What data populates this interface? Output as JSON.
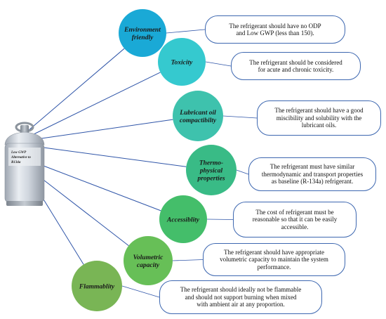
{
  "cylinder": {
    "label_lines": [
      "Low GWP",
      "Alternative to",
      "R134a"
    ],
    "body_color": "#d5dae2",
    "valve_color": "#9aa2ab"
  },
  "properties": [
    {
      "id": "environment",
      "name_lines": [
        "Environment",
        "friendly"
      ],
      "color": "#1aa9d6",
      "description": "The refrigerant should have no ODP\nand Low GWP (less than 150)."
    },
    {
      "id": "toxicity",
      "name_lines": [
        "Toxicity"
      ],
      "color": "#35c9cf",
      "description": "The refrigerant should be considered\nfor acute and chronic toxicity."
    },
    {
      "id": "lubricant",
      "name_lines": [
        "Lubricant oil",
        "compactibilty"
      ],
      "color": "#3ec2ad",
      "description": "The refrigerant should have a good\nmiscibility and solubility with the\nlubricant oils."
    },
    {
      "id": "thermo",
      "name_lines": [
        "Thermo-",
        "physical",
        "properties"
      ],
      "color": "#39bb86",
      "description": "The refrigerant must have similar\nthermodynamic and transport properties\nas baseline (R-134a) refrigerant."
    },
    {
      "id": "accessibility",
      "name_lines": [
        "Accessiblity"
      ],
      "color": "#44be6a",
      "description": "The cost of refrigerant must be\nreasonable so that it can be easily\naccessible."
    },
    {
      "id": "volumetric",
      "name_lines": [
        "Volumetric",
        "capacity"
      ],
      "color": "#67bf57",
      "description": "The refrigerant should have appropriate\nvolumetric capacity to maintain the system\nperformance."
    },
    {
      "id": "flammability",
      "name_lines": [
        "Flammablity"
      ],
      "color": "#79b555",
      "description": "The refrigerant should ideally not be flammable\nand should not support burning when mixed\nwith ambient air at any proportion."
    }
  ],
  "connector_color": "#2f55a8"
}
